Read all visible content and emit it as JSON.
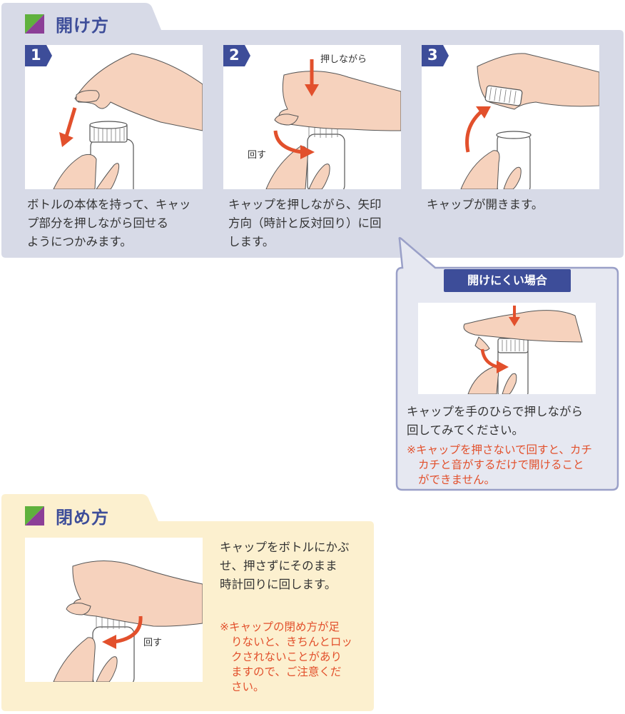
{
  "colors": {
    "open_panel_bg": "#d7dae7",
    "close_panel_bg": "#fcf0cf",
    "title_blue": "#3d4d99",
    "badge_blue": "#3d4d99",
    "arrow_red": "#e2502c",
    "note_red": "#e2502c",
    "mark_green": "#5fb13d",
    "mark_purple": "#8c3f97",
    "skin": "#f6d2bd",
    "callout_border": "#9aa0c8",
    "callout_bg": "#e6e8f1"
  },
  "open_section": {
    "title": "開け方",
    "title_icon": "green-purple-diagonal-square-icon",
    "steps": [
      {
        "number": "1",
        "caption_lines": [
          "ボトルの本体を持って、キャッ",
          "プ部分を押しながら回せる",
          "ようにつかみます。"
        ],
        "illustration": "hand-grasping-cap-over-bottle"
      },
      {
        "number": "2",
        "push_label": "押しながら",
        "turn_label": "回す",
        "caption_lines": [
          "キャップを押しながら、矢印",
          "方向（時計と反対回り）に回",
          "します。"
        ],
        "illustration": "hand-pressing-and-turning-cap"
      },
      {
        "number": "3",
        "caption_lines": [
          "キャップが開きます。"
        ],
        "illustration": "cap-lifted-off-bottle"
      }
    ],
    "hard_to_open": {
      "header": "開けにくい場合",
      "caption_lines": [
        "キャップを手のひらで押しながら",
        "回してみてください。"
      ],
      "note_lines": [
        "※キャップを押さないで回すと、カチ",
        "カチと音がするだけで開けること",
        "ができません。"
      ],
      "illustration": "palm-pressing-cap"
    }
  },
  "close_section": {
    "title": "閉め方",
    "title_icon": "green-purple-diagonal-square-icon",
    "turn_label": "回す",
    "caption_lines": [
      "キャップをボトルにかぶ",
      "せ、押さずにそのまま",
      "時計回りに回します。"
    ],
    "note_lines": [
      "※キャップの閉め方が足",
      "りないと、きちんとロッ",
      "クされないことがあり",
      "ますので、ご注意くだ",
      "さい。"
    ],
    "illustration": "hand-turning-cap-clockwise"
  }
}
